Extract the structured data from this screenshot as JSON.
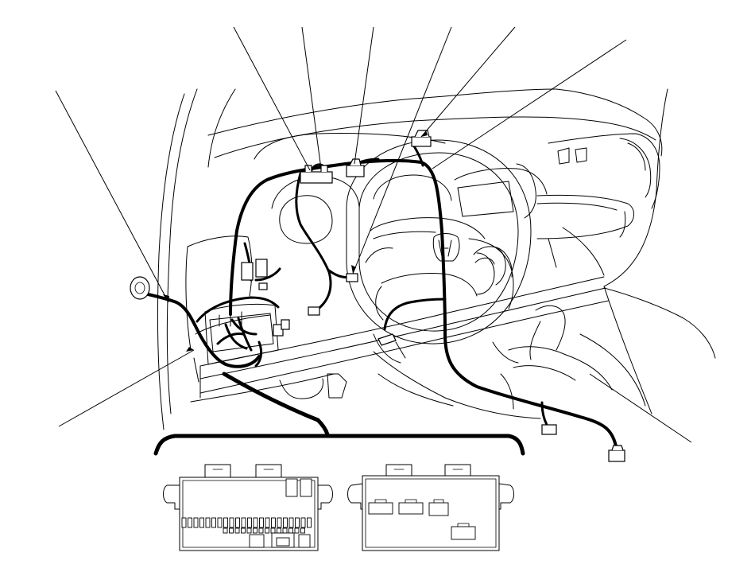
{
  "diagram": {
    "type": "wiring harness location drawing",
    "leader_line_count": 9,
    "connector_views": [
      {
        "name": "fuse-relay-box-connector-face-left"
      },
      {
        "name": "fuse-relay-box-connector-face-right"
      }
    ],
    "colors": {
      "line": "#000000",
      "background": "#ffffff"
    }
  }
}
